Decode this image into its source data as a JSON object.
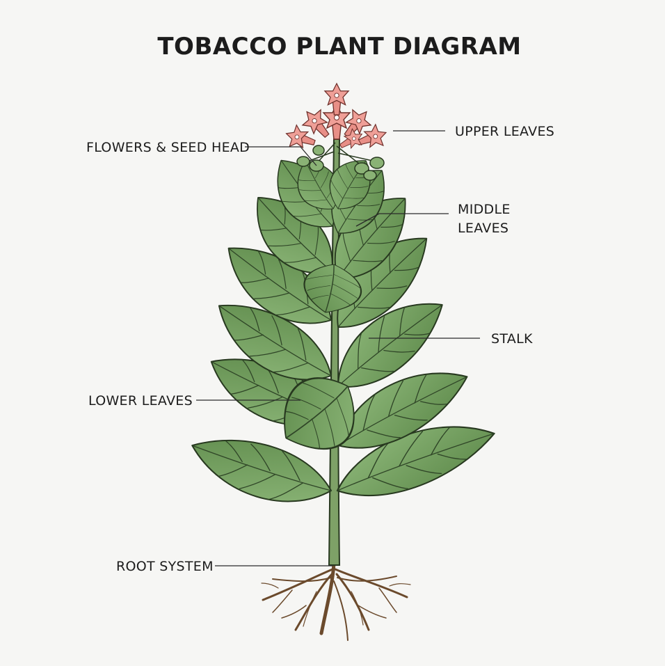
{
  "title": "TOBACCO PLANT DIAGRAM",
  "labels": {
    "flowers": "FLOWERS & SEED HEAD",
    "upper": "UPPER LEAVES",
    "middle_1": "MIDDLE",
    "middle_2": "LEAVES",
    "stalk": "STALK",
    "lower": "LOWER LEAVES",
    "root": "ROOT SYSTEM"
  },
  "colors": {
    "leaf": "#6f9a5b",
    "leaf_light": "#89b274",
    "stalk": "#7ea167",
    "flower": "#ef9f97",
    "root": "#6b4a2c",
    "text": "#1c1c1c"
  }
}
